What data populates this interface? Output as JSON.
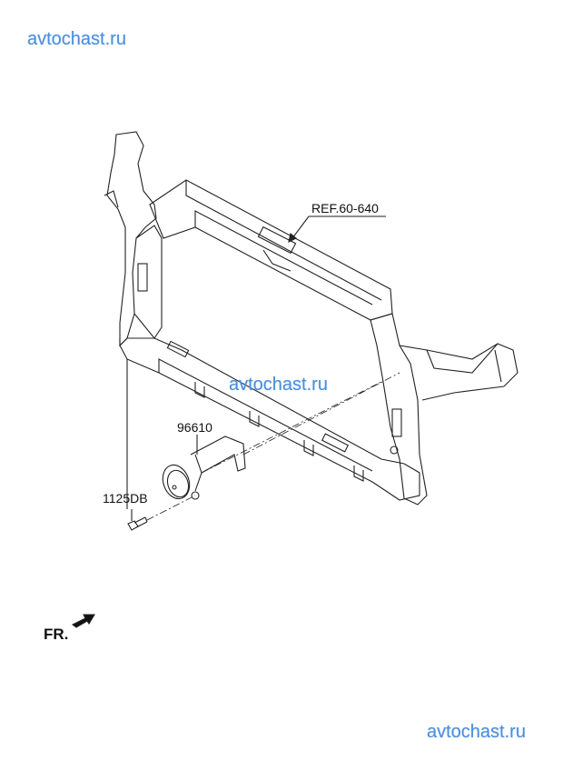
{
  "watermarks": {
    "top": "avtochast.ru",
    "center": "avtochast.ru",
    "bottom": "avtochast.ru"
  },
  "callouts": {
    "ref": "REF.60-640",
    "horn": "96610",
    "bolt": "1125DB"
  },
  "direction": {
    "front_label": "FR."
  }
}
